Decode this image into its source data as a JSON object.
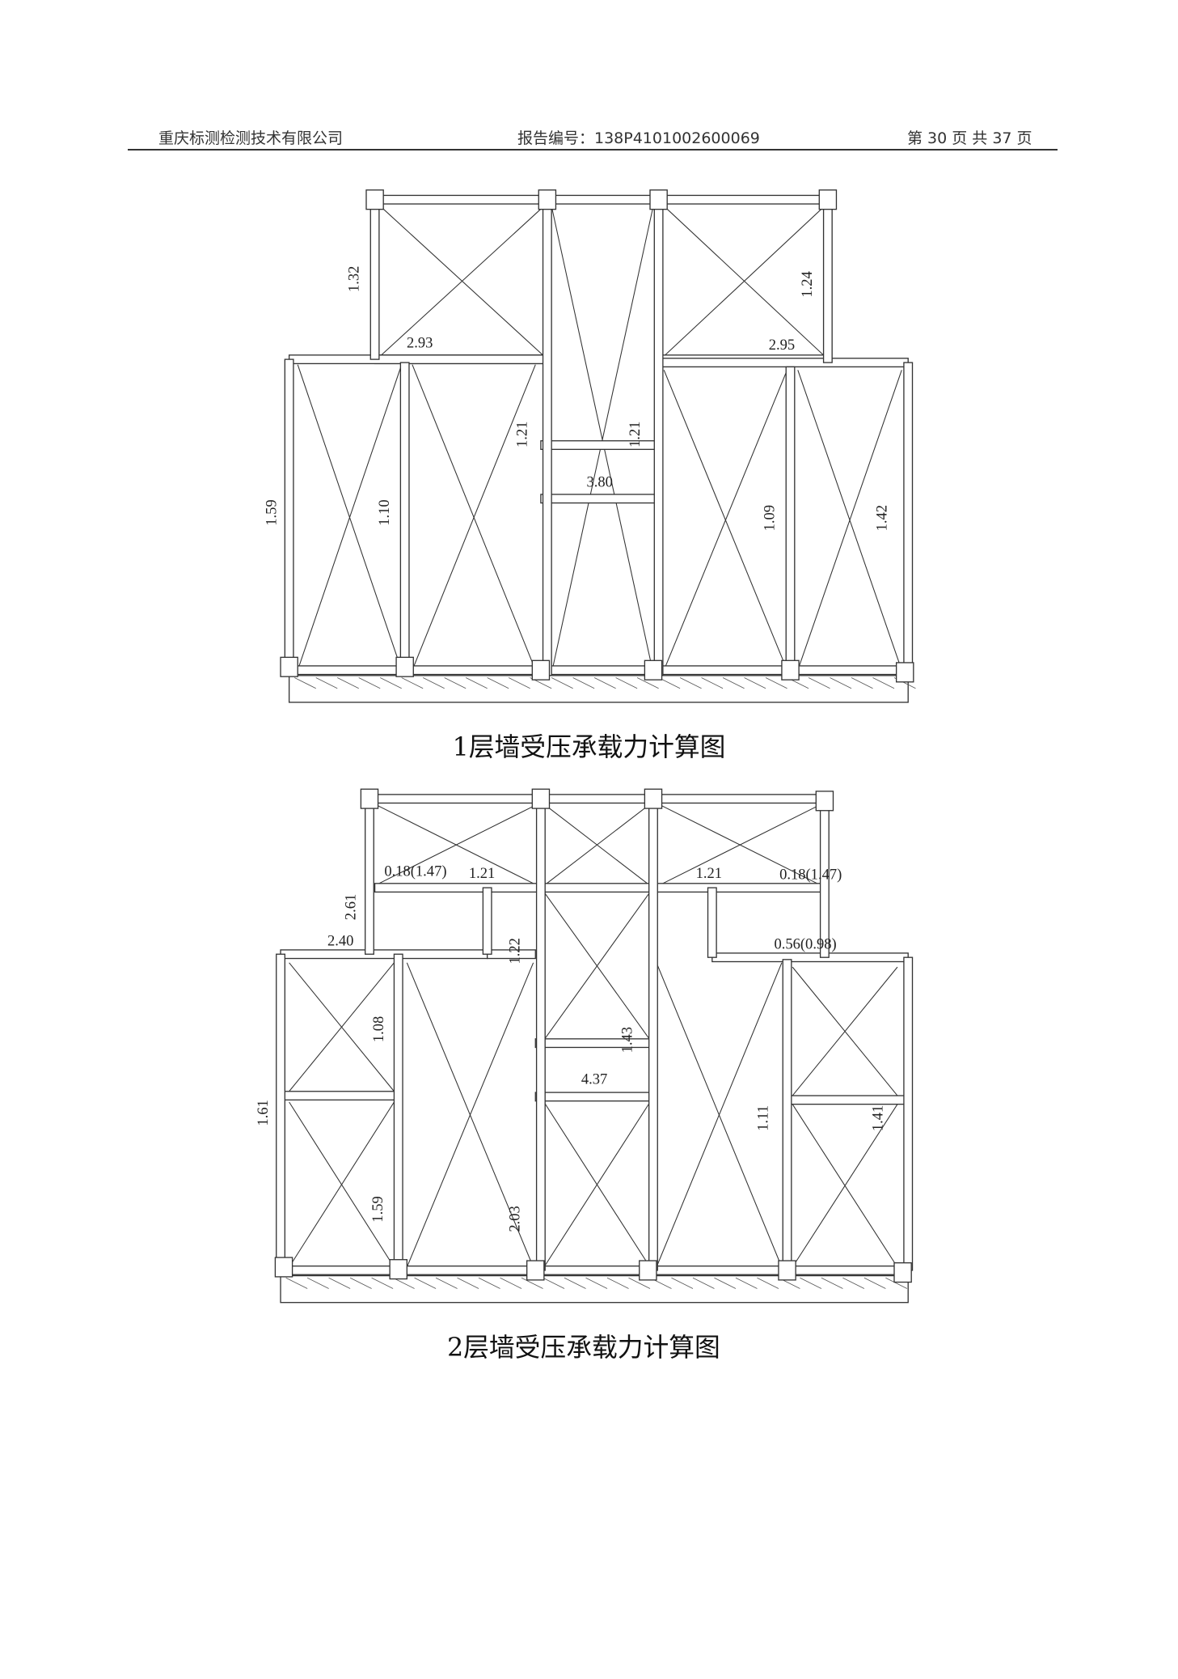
{
  "header": {
    "company": "重庆标测检测技术有限公司",
    "report_no": "报告编号：138P4101002600069",
    "page": "第 30 页 共 37 页"
  },
  "plans": [
    {
      "title": "1层墙受压承载力计算图",
      "labels": [
        "1.32",
        "2.93",
        "1.24",
        "2.95",
        "1.59",
        "1.10",
        "1.21",
        "1.21",
        "3.80",
        "1.09",
        "1.42"
      ]
    },
    {
      "title": "2层墙受压承载力计算图",
      "labels": [
        "0.18(1.47)",
        "2.61",
        "1.21",
        "1.21",
        "0.18(1.47)",
        "2.40",
        "1.22",
        "0.56(0.98)",
        "1.08",
        "1.43",
        "4.37",
        "1.61",
        "1.11",
        "1.41",
        "1.59",
        "2.03"
      ]
    }
  ]
}
